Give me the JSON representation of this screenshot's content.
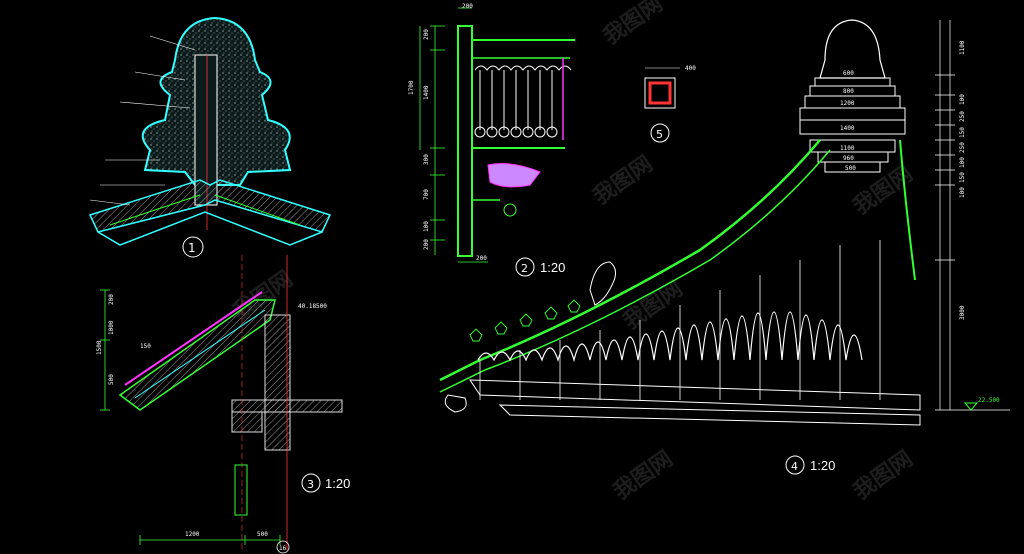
{
  "detail1": {
    "number": "1"
  },
  "detail2": {
    "number": "2",
    "scale": "1:20",
    "dims_v": [
      "200",
      "1700",
      "1400",
      "300",
      "700",
      "100",
      "200"
    ],
    "dim_bottom": "200"
  },
  "detail3": {
    "number": "3",
    "scale": "1:20",
    "elevation": "40.18500",
    "dims_v": [
      "200",
      "1000",
      "1500",
      "150",
      "500"
    ],
    "dims_h": [
      "1200",
      "500"
    ],
    "grid": "16"
  },
  "detail4": {
    "number": "4",
    "scale": "1:20",
    "elevation": "22.500",
    "dims_top": [
      "600",
      "800",
      "1200",
      "1400",
      "1100",
      "960",
      "500"
    ],
    "dims_right": [
      "1100",
      "100",
      "250",
      "150",
      "250",
      "100",
      "150",
      "100",
      "3000"
    ]
  },
  "detail5": {
    "number": "5",
    "dim": "400"
  },
  "watermark": "我图网"
}
